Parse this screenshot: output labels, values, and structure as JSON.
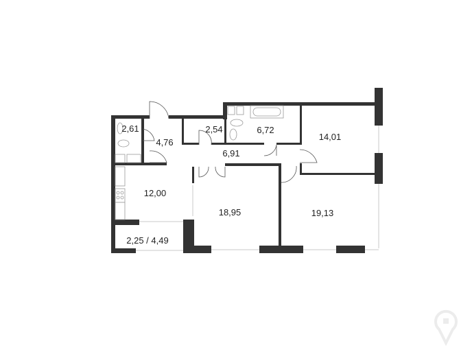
{
  "floor_plan": {
    "rooms": [
      {
        "id": "wc",
        "area": "2,61"
      },
      {
        "id": "hall",
        "area": "4,76"
      },
      {
        "id": "storage",
        "area": "2,54"
      },
      {
        "id": "bathroom",
        "area": "6,72"
      },
      {
        "id": "bedroom-small",
        "area": "14,01"
      },
      {
        "id": "corridor",
        "area": "6,91"
      },
      {
        "id": "kitchen",
        "area": "12,00"
      },
      {
        "id": "living-room",
        "area": "18,95"
      },
      {
        "id": "bedroom-large",
        "area": "19,13"
      },
      {
        "id": "balcony",
        "area": "2,25 / 4,49"
      }
    ],
    "colors": {
      "wall": "#333333",
      "background": "#ffffff",
      "logo": "#eeeeee"
    },
    "logo_icon": "house-pin-logo"
  }
}
